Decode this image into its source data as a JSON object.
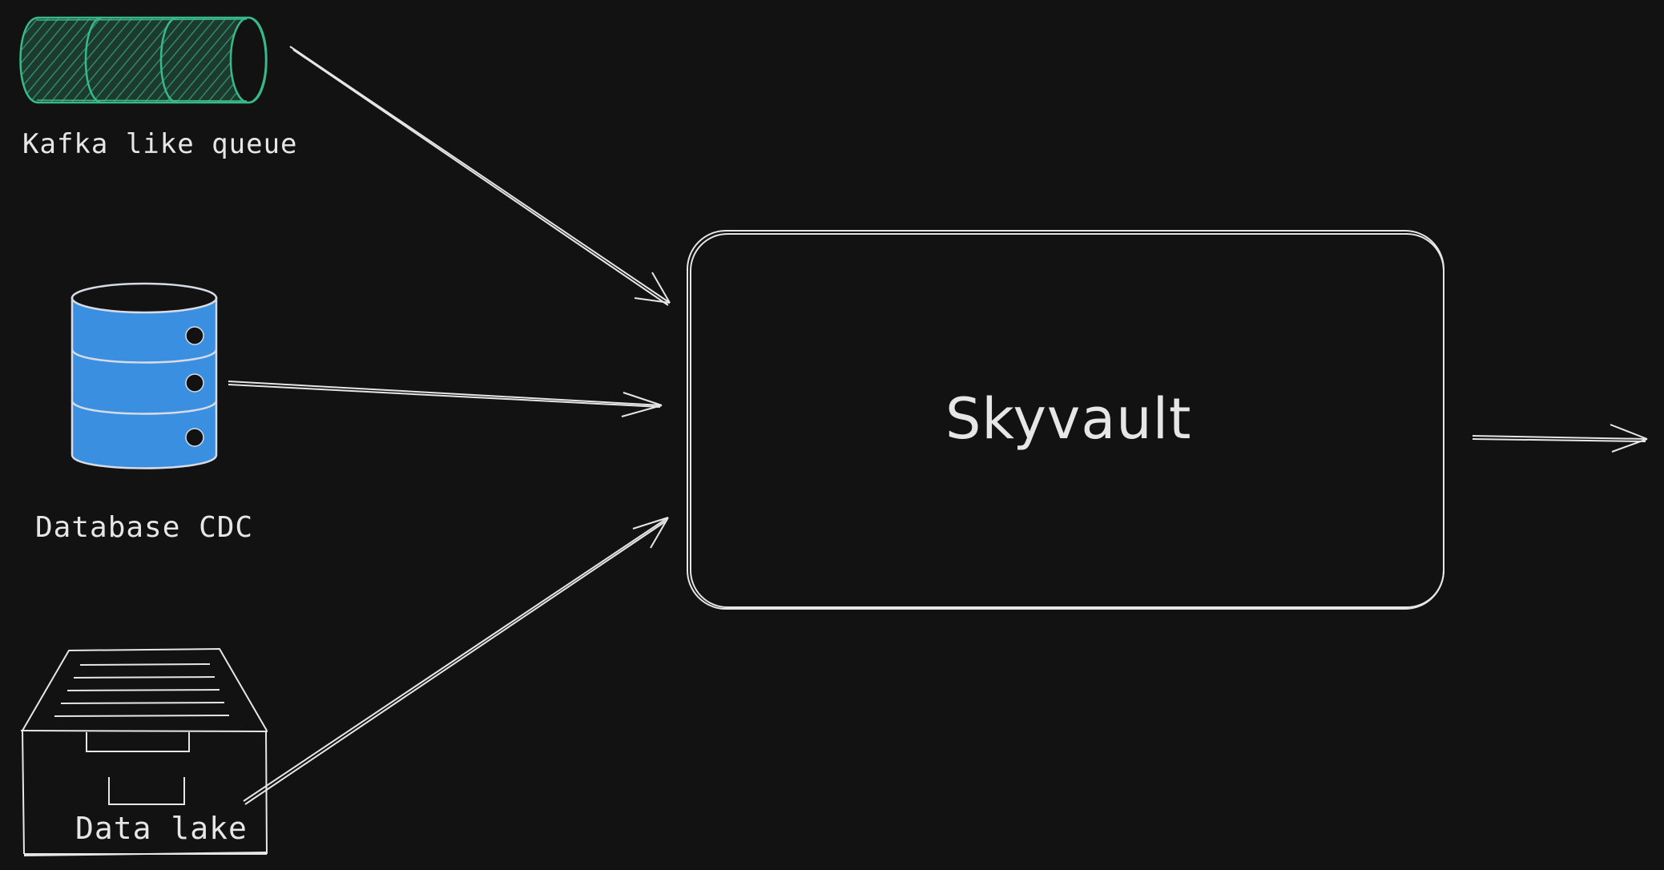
{
  "nodes": {
    "kafka": {
      "label": "Kafka like queue",
      "color": "#39b98a"
    },
    "database": {
      "label": "Database CDC",
      "color": "#3a8fe0"
    },
    "datalake": {
      "label": "Data lake"
    },
    "skyvault": {
      "label": "Skyvault"
    }
  },
  "colors": {
    "background": "#121212",
    "stroke": "#e6e6e6"
  }
}
